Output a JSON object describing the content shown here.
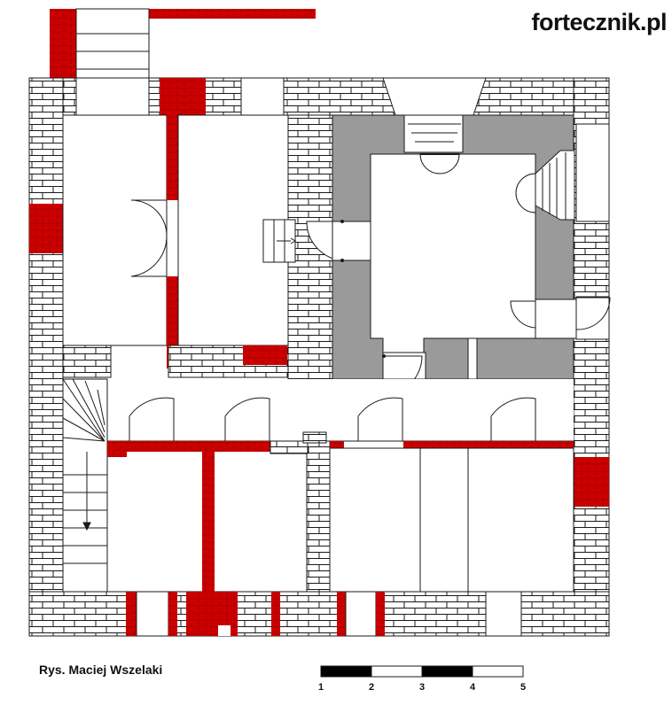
{
  "logo": "fortecznik.pl",
  "credit": "Rys. Maciej Wszelaki",
  "scale_bar": {
    "ticks": [
      "1",
      "2",
      "3",
      "4",
      "5"
    ],
    "segments": [
      "black",
      "white",
      "black",
      "white"
    ]
  },
  "colors": {
    "wall_fill": "#ffffff",
    "wall_line": "#1a1a1a",
    "red_masonry": "#cc0000",
    "grey_masonry": "#9a9a9a"
  }
}
